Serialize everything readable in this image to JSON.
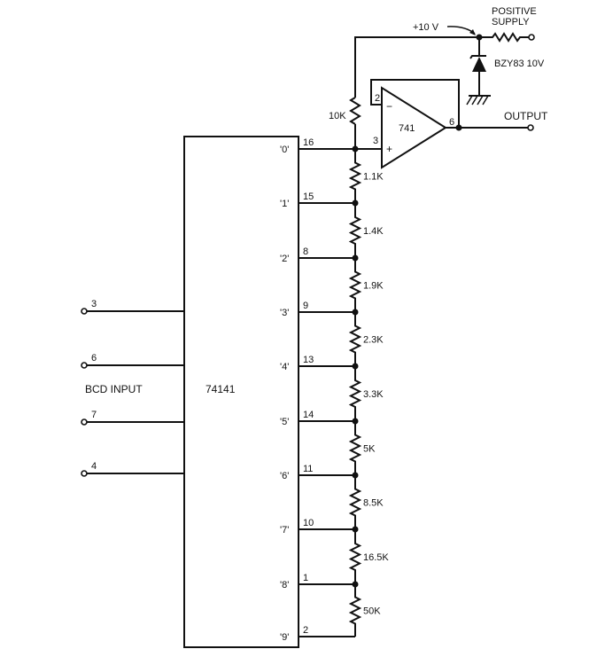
{
  "ic": {
    "part": "74141",
    "outputs": [
      "'0'",
      "'1'",
      "'2'",
      "'3'",
      "'4'",
      "'5'",
      "'6'",
      "'7'",
      "'8'",
      "'9'"
    ],
    "output_pins": [
      "16",
      "15",
      "8",
      "9",
      "13",
      "14",
      "11",
      "10",
      "1",
      "2"
    ]
  },
  "bcd_input": {
    "label": "BCD INPUT",
    "pins": [
      "3",
      "6",
      "7",
      "4"
    ]
  },
  "ladder": {
    "resistors": [
      "1.1K",
      "1.4K",
      "1.9K",
      "2.3K",
      "3.3K",
      "5K",
      "8.5K",
      "16.5K",
      "50K"
    ]
  },
  "feedback_resistor": "10K",
  "opamp": {
    "part": "741",
    "pin_inverting": "2",
    "pin_noninverting": "3",
    "pin_output": "6",
    "minus_sign": "−",
    "plus_sign": "+"
  },
  "supply": {
    "voltage_label": "+10 V",
    "title_line1": "POSITIVE",
    "title_line2": "SUPPLY",
    "zener": "BZY83 10V"
  },
  "output_label": "OUTPUT"
}
